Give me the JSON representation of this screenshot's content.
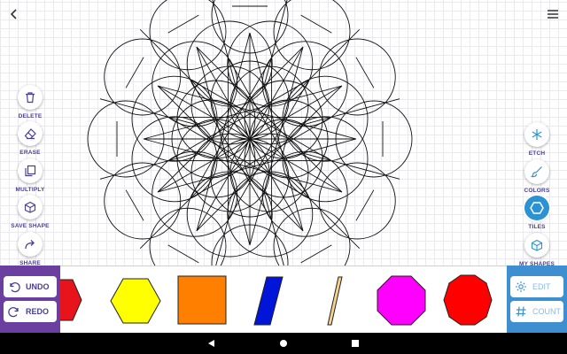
{
  "top_bar": {
    "back_icon": "chevron-left-icon",
    "menu_icon": "hamburger-menu-icon"
  },
  "left_tools": [
    {
      "label": "DELETE",
      "icon": "trash-icon"
    },
    {
      "label": "ERASE",
      "icon": "eraser-icon"
    },
    {
      "label": "MULTIPLY",
      "icon": "copy-icon"
    },
    {
      "label": "SAVE SHAPE",
      "icon": "cube-plus-icon"
    },
    {
      "label": "SHARE",
      "icon": "share-arrow-icon"
    }
  ],
  "right_tools": [
    {
      "label": "ETCH",
      "icon": "asterisk-icon"
    },
    {
      "label": "COLORS",
      "icon": "paintbrush-icon"
    },
    {
      "label": "TILES",
      "icon": "hexagon-icon",
      "active": true
    },
    {
      "label": "MY SHAPES",
      "icon": "cube-icon"
    }
  ],
  "history_panel": {
    "undo_label": "UNDO",
    "redo_label": "REDO"
  },
  "action_panel": {
    "edit_label": "EDIT",
    "count_label": "COUNT"
  },
  "tile_palette": [
    {
      "name": "red-hexagon-tile",
      "color": "#e8141b"
    },
    {
      "name": "yellow-hexagon-tile",
      "color": "#ffff00"
    },
    {
      "name": "orange-square-tile",
      "color": "#ff8000"
    },
    {
      "name": "blue-rhombus-tile",
      "color": "#0015d8"
    },
    {
      "name": "tan-rhombus-tile",
      "color": "#f8d08e"
    },
    {
      "name": "magenta-octagon-tile",
      "color": "#ff00ff"
    },
    {
      "name": "red-decagon-tile",
      "color": "#ff0000"
    }
  ],
  "colors": {
    "accent_purple": "#6b3fa0",
    "accent_blue": "#3d8fd0",
    "label_purple": "#4a3c96"
  }
}
